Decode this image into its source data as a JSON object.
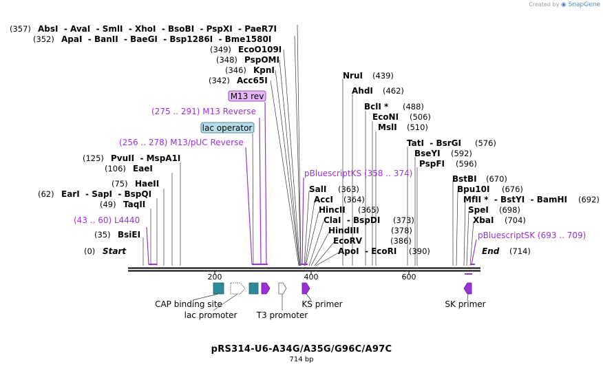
{
  "branding": {
    "created_by": "Created by",
    "app": "SnapGene"
  },
  "plasmid": {
    "name": "pRS314-U6-A34G/A35G/G96C/A97C",
    "length": "714 bp"
  },
  "ticks": [
    "200",
    "400",
    "600"
  ],
  "enzyme_rows": [
    {
      "pos": "(357)",
      "text": "AbsI  - AvaI  - SmlI  - XhoI  - BsoBI  - PspXI  - PaeR7I"
    },
    {
      "pos": "(352)",
      "text": "ApaI  - BanII  - BaeGI  - Bsp1286I  - Bme1580I"
    },
    {
      "pos": "(349)",
      "text": "EcoO109I"
    },
    {
      "pos": "(348)",
      "text": "PspOMI"
    },
    {
      "pos": "(346)",
      "text": "KpnI"
    },
    {
      "pos": "(342)",
      "text": "Acc65I"
    },
    {
      "pos": "(125)",
      "text": "PvuII  - MspA1I"
    },
    {
      "pos": "(106)",
      "text": "EaeI"
    },
    {
      "pos": "(75)",
      "text": "HaeII"
    },
    {
      "pos": "(62)",
      "text": "EarI  - SapI  - BspQI"
    },
    {
      "pos": "(49)",
      "text": "TaqII"
    },
    {
      "pos": "(35)",
      "text": "BsiEI"
    },
    {
      "pos": "(0)",
      "text": "Start"
    },
    {
      "pos": "(439)",
      "text": "NruI"
    },
    {
      "pos": "(462)",
      "text": "AhdI"
    },
    {
      "pos": "(488)",
      "text": "BclI *"
    },
    {
      "pos": "(506)",
      "text": "EcoNI"
    },
    {
      "pos": "(510)",
      "text": "MslI"
    },
    {
      "pos": "(576)",
      "text": "TatI  - BsrGI"
    },
    {
      "pos": "(592)",
      "text": "BseYI"
    },
    {
      "pos": "(596)",
      "text": "PspFI"
    },
    {
      "pos": "(363)",
      "text": "SalI"
    },
    {
      "pos": "(364)",
      "text": "AccI"
    },
    {
      "pos": "(365)",
      "text": "HincII"
    },
    {
      "pos": "(373)",
      "text": "ClaI  - BspDI"
    },
    {
      "pos": "(378)",
      "text": "HindIII"
    },
    {
      "pos": "(386)",
      "text": "EcoRV"
    },
    {
      "pos": "(390)",
      "text": "ApoI  - EcoRI"
    },
    {
      "pos": "(670)",
      "text": "BstBI"
    },
    {
      "pos": "(676)",
      "text": "Bpu10I"
    },
    {
      "pos": "(692)",
      "text": "MfII *  - BstYI  - BamHI"
    },
    {
      "pos": "(698)",
      "text": "SpeI"
    },
    {
      "pos": "(704)",
      "text": "XbaI"
    },
    {
      "pos": "(714)",
      "text": "End"
    }
  ],
  "feature_labels": {
    "m13rev_box": "M13 rev",
    "m13_reverse": "(275 .. 291)  M13 Reverse",
    "lac_operator_box": "lac operator",
    "m13puc_reverse": "(256 .. 278)  M13/pUC Reverse",
    "l4440": "(43 .. 60)  L4440",
    "pbluescript_ks": "pBluescriptKS   (358 .. 374)",
    "pbluescript_sk": "pBluescriptSK   (693 .. 709)"
  },
  "features": {
    "cap": "CAP binding site",
    "lac_promoter": "lac promoter",
    "t3_promoter": "T3 promoter",
    "ks_primer": "KS primer",
    "sk_primer": "SK primer"
  },
  "colors": {
    "primer": "#9b30d8",
    "feature_teal": "#2e8a9a",
    "backbone": "#000000"
  }
}
